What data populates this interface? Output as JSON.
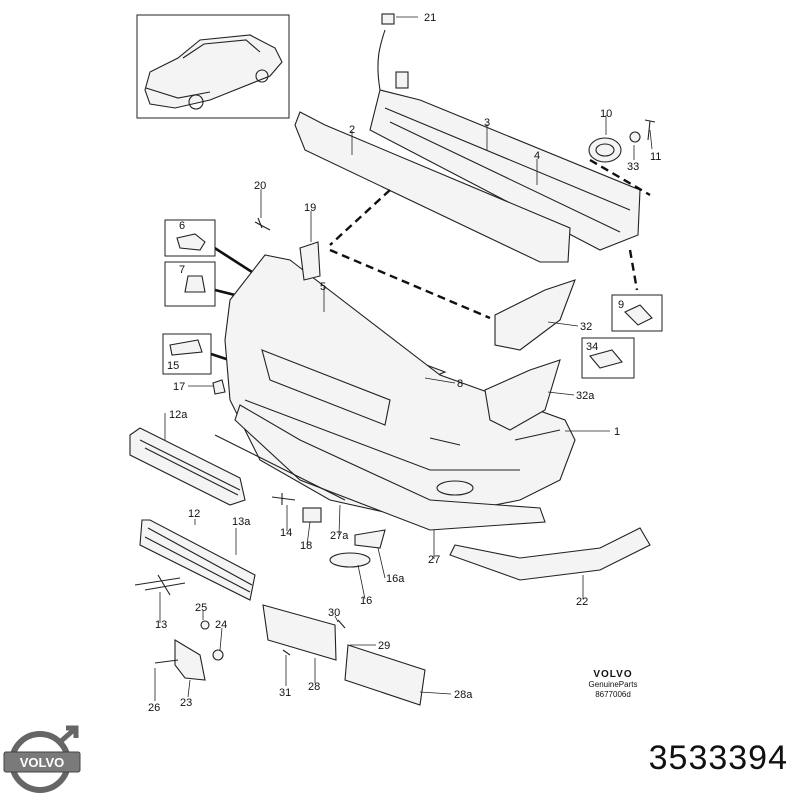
{
  "labels": {
    "l21": "21",
    "l2": "2",
    "l3": "3",
    "l4": "4",
    "l10": "10",
    "l11": "11",
    "l33": "33",
    "l20": "20",
    "l19": "19",
    "l6": "6",
    "l7": "7",
    "l5": "5",
    "l9": "9",
    "l32": "32",
    "l15": "15",
    "l34": "34",
    "l17": "17",
    "l8": "8",
    "l32a": "32a",
    "l12a": "12a",
    "l1": "1",
    "l14": "14",
    "l18": "18",
    "l27a": "27a",
    "l12": "12",
    "l13a": "13a",
    "l27": "27",
    "l16a": "16a",
    "l16": "16",
    "l22": "22",
    "l13": "13",
    "l25": "25",
    "l24": "24",
    "l30": "30",
    "l29": "29",
    "l26": "26",
    "l23": "23",
    "l31": "31",
    "l28": "28",
    "l28a": "28a"
  },
  "brand": {
    "name": "VOLVO",
    "line2": "GenuineParts",
    "code": "8677006d"
  },
  "logo": {
    "text": "VOLVO"
  },
  "part_number": "3533394"
}
